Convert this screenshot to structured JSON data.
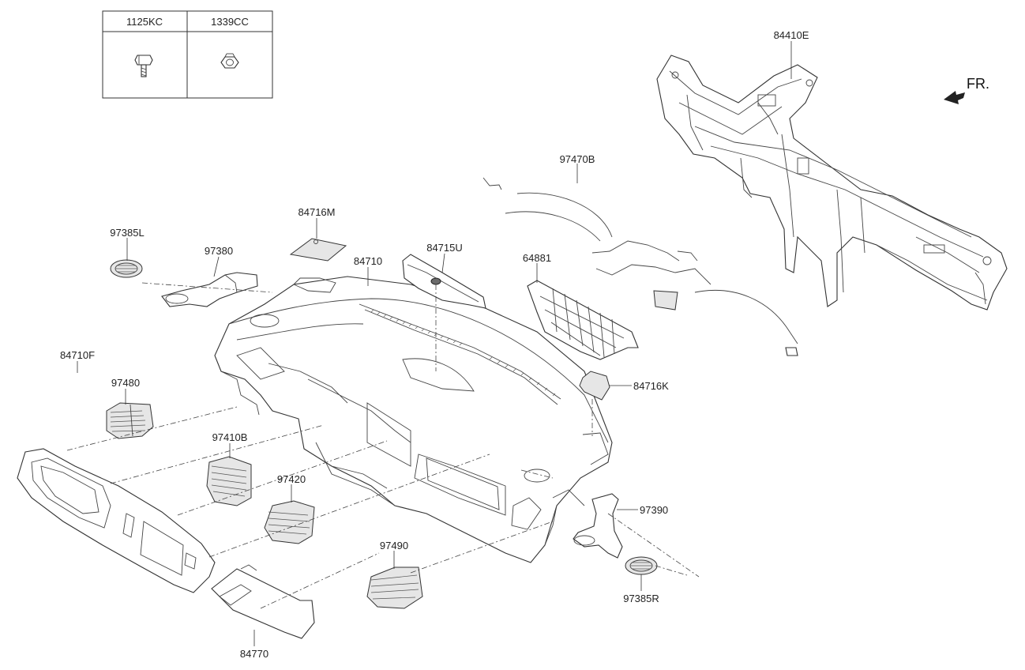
{
  "fastener_table": {
    "headers": [
      "1125KC",
      "1339CC"
    ],
    "icons": [
      "bolt-icon",
      "nut-icon"
    ]
  },
  "direction": {
    "label": "FR.",
    "icon": "front-arrow-icon"
  },
  "labels": {
    "p84410E": "84410E",
    "p97470B": "97470B",
    "p84716M": "84716M",
    "p97385L": "97385L",
    "p97380": "97380",
    "p84710": "84710",
    "p84715U": "84715U",
    "p64881": "64881",
    "p84716K": "84716K",
    "p84710F": "84710F",
    "p97480": "97480",
    "p97410B": "97410B",
    "p97420": "97420",
    "p97390": "97390",
    "p97490": "97490",
    "p97385R": "97385R",
    "p84770": "84770"
  }
}
